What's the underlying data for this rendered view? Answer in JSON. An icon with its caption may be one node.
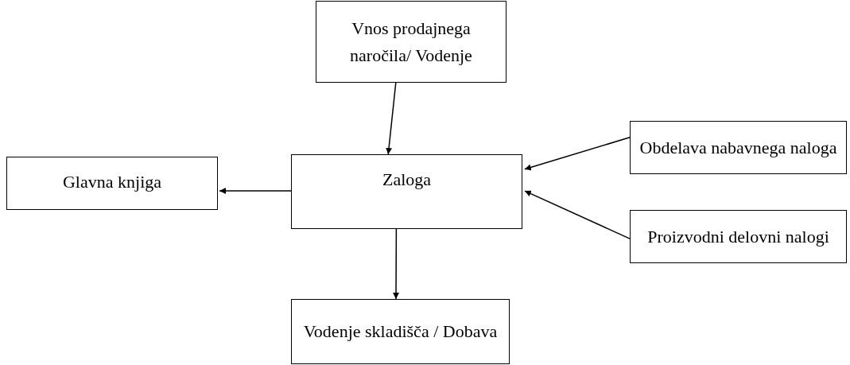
{
  "diagram": {
    "nodes": [
      {
        "text": [
          "Vnos prodajnega naročila/ Vodenje"
        ]
      },
      {
        "text": [
          "Zaloga"
        ]
      },
      {
        "text": [
          "Glavna knjiga"
        ]
      },
      {
        "text": [
          "Obdelava nabavnega naloga"
        ]
      },
      {
        "text": [
          "Proizvodni delovni nalogi"
        ]
      },
      {
        "text": [
          "Vodenje skladišča / Dobava"
        ]
      }
    ],
    "edges": [
      {
        "from": 0,
        "to": 1,
        "arrow": "to"
      },
      {
        "from": 1,
        "to": 2,
        "arrow": "to"
      },
      {
        "from": 3,
        "to": 1,
        "arrow": "to"
      },
      {
        "from": 4,
        "to": 1,
        "arrow": "to"
      },
      {
        "from": 1,
        "to": 5,
        "arrow": "to"
      }
    ]
  }
}
